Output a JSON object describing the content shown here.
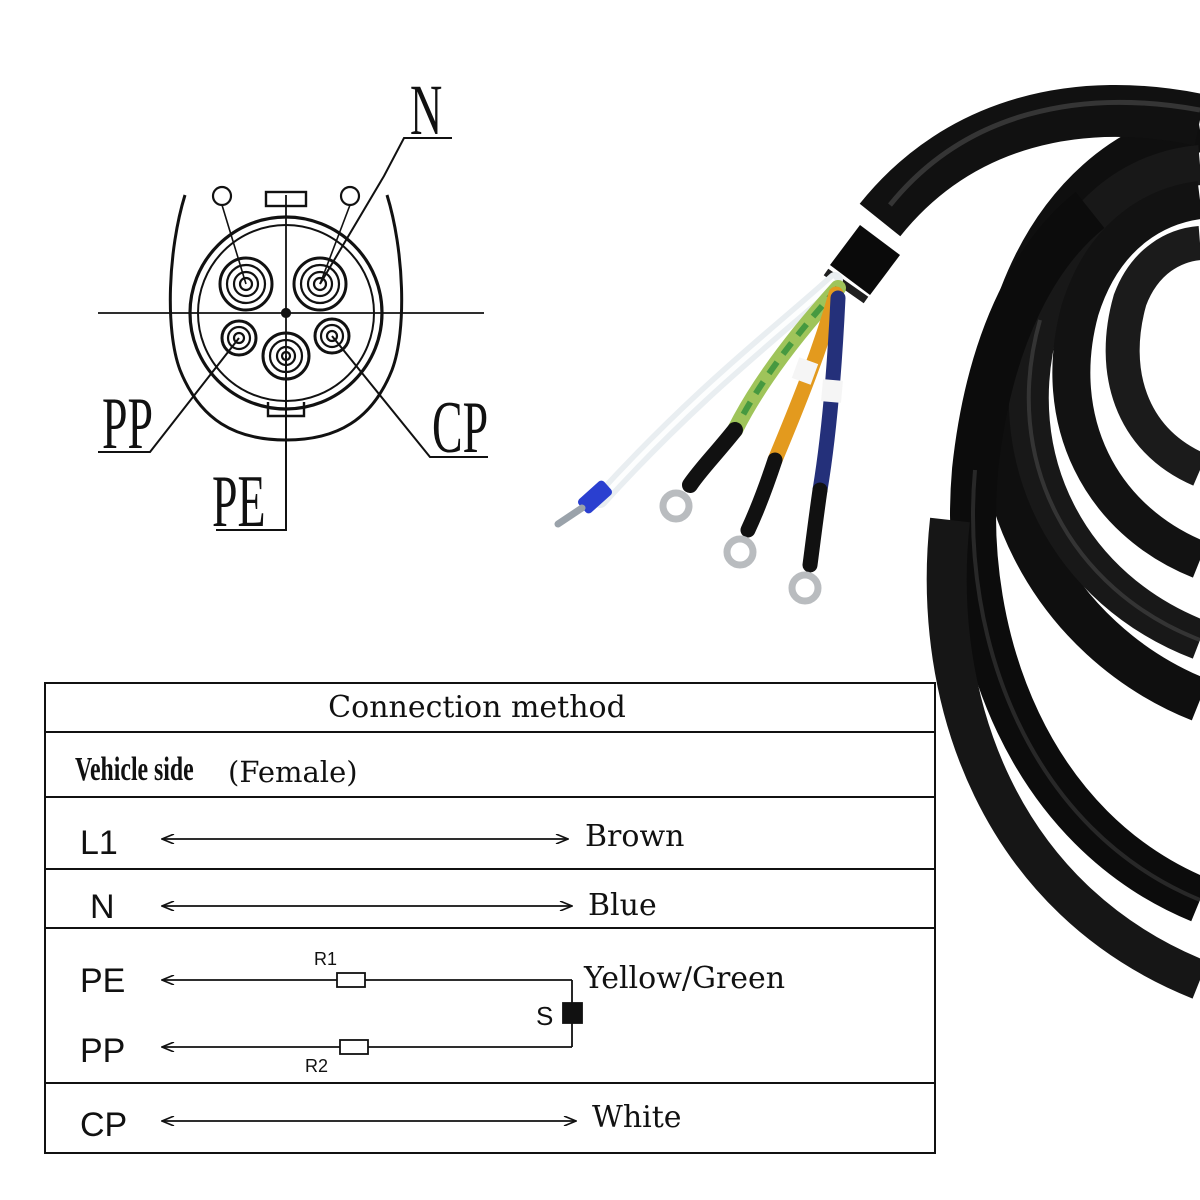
{
  "pin_labels": {
    "n": "N",
    "pp": "PP",
    "cp": "CP",
    "pe": "PE"
  },
  "table": {
    "title": "Connection method",
    "vehicle_side_label": "Vehicle side",
    "vehicle_side_note": "(Female)",
    "rows": [
      {
        "pin": "L1",
        "color": "Brown"
      },
      {
        "pin": "N",
        "color": "Blue"
      },
      {
        "pin": "PE",
        "color": "Yellow/Green"
      },
      {
        "pin": "PP",
        "color": ""
      },
      {
        "pin": "CP",
        "color": "White"
      }
    ],
    "resistor_1": "R1",
    "resistor_2": "R2",
    "switch_label": "S"
  },
  "cable": {
    "jacket_color": "#141414",
    "wire_colors": {
      "white": "#f2f5f7",
      "yellow_green": "#9fc45a",
      "orange": "#e39a1e",
      "blue": "#24307a"
    },
    "ferrule_color": "#2a3fd0"
  }
}
